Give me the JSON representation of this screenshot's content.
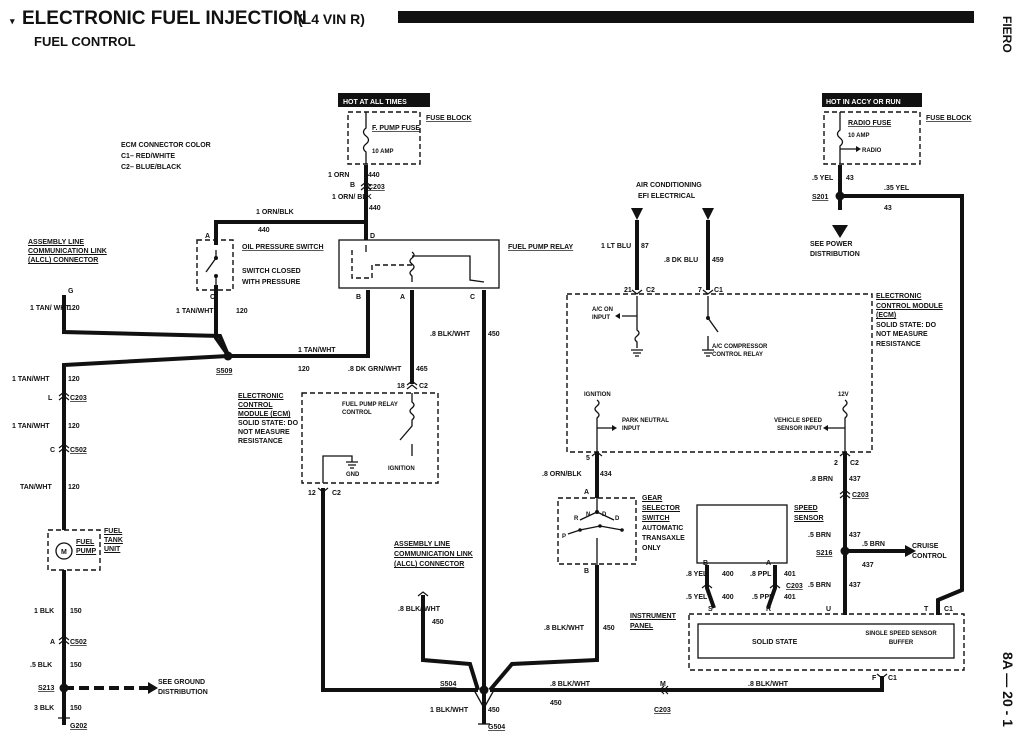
{
  "header": {
    "title": "ELECTRONIC FUEL INJECTION",
    "subtitle": "(L4 VIN R)",
    "section": "FUEL CONTROL",
    "side_label": "FIERO",
    "page_number": "8A — 20 - 1"
  },
  "notes": {
    "ecm_color_title": "ECM CONNECTOR COLOR",
    "ecm_c1": "C1– RED/WHITE",
    "ecm_c2": "C2– BLUE/BLACK"
  },
  "boxes": {
    "hot_all_times": "HOT AT ALL TIMES",
    "hot_accy_run": "HOT IN ACCY OR RUN",
    "fuse_block": "FUSE BLOCK",
    "fuse_block_2": "FUSE BLOCK",
    "f_pump_fuse": "F. PUMP FUSE",
    "f_pump_amp": "10 AMP",
    "radio_fuse": "RADIO FUSE",
    "radio_amp": "10 AMP",
    "radio": "RADIO",
    "fuel_pump_relay": "FUEL PUMP RELAY",
    "oil_pressure_switch": "OIL PRESSURE SWITCH",
    "oil_pressure_desc_1": "SWITCH CLOSED",
    "oil_pressure_desc_2": "WITH PRESSURE",
    "alcl_connector_left": "ASSEMBLY LINE COMMUNICATION LINK (ALCL) CONNECTOR",
    "alcl_connector_mid": "ASSEMBLY LINE COMMUNICATION LINK (ALCL) CONNECTOR",
    "ecm_left_title": "ELECTRONIC CONTROL MODULE (ECM)",
    "ecm_left_desc": "SOLID STATE: DO NOT MEASURE RESISTANCE",
    "fuel_pump_relay_control": "FUEL PUMP RELAY CONTROL",
    "gnd": "GND",
    "ignition": "IGNITION",
    "ecm_right_title": "ELECTRONIC CONTROL MODULE (ECM)",
    "ecm_right_desc": "SOLID STATE: DO NOT MEASURE RESISTANCE",
    "ac_on_input": "A/C ON INPUT",
    "ac_compressor_relay": "A/C COMPRESSOR CONTROL RELAY",
    "ignition_right": "IGNITION",
    "park_neutral_input": "PARK NEUTRAL INPUT",
    "vehicle_speed_input": "VEHICLE SPEED SENSOR INPUT",
    "v12": "12V",
    "air_conditioning": "AIR CONDITIONING",
    "efi_electrical": "EFI ELECTRICAL",
    "gear_selector": "GEAR SELECTOR SWITCH",
    "gear_selector_desc": "AUTOMATIC TRANSAXLE ONLY",
    "speed_sensor": "SPEED SENSOR",
    "instrument_panel": "INSTRUMENT PANEL",
    "solid_state": "SOLID STATE",
    "single_speed_buffer": "SINGLE SPEED SENSOR BUFFER",
    "fuel_tank_unit": "FUEL TANK UNIT",
    "fuel_pump_motor": "FUEL PUMP",
    "see_power": "SEE POWER DISTRIBUTION",
    "see_ground": "SEE GROUND DISTRIBUTION",
    "cruise_control": "CRUISE CONTROL"
  },
  "wire_labels": {
    "w_1orn": "1 ORN",
    "w_440a": "440",
    "w_1ornblk": "1 ORN/ BLK",
    "w_440b": "440",
    "w_1ornblk_top": "1 ORN/BLK",
    "w_440c": "440",
    "w_1tanwht_a": "1 TAN/ WHT",
    "w_120a": "120",
    "w_1tanwht_b": "1 TAN/WHT",
    "w_120b": "120",
    "w_1tanwht_c": "1 TAN/WHT",
    "w_120c": "120",
    "w_1tanwht_d": "1 TAN/WHT",
    "w_120d": "120",
    "w_1tanwht_e": "1 TAN/WHT",
    "w_120e": "120",
    "w_tanwht": "TAN/WHT",
    "w_120f": "120",
    "w_8blkwht_a": ".8 BLK/WHT",
    "w_450a": "450",
    "w_8dkgrnwht": ".8 DK GRN/WHT",
    "w_465": "465",
    "w_1ltblu": "1 LT BLU",
    "w_87": "87",
    "w_8dkblu": ".8 DK BLU",
    "w_459": "459",
    "w_5yel": ".5 YEL",
    "w_43a": "43",
    "w_35yel": ".35 YEL",
    "w_43b": "43",
    "w_8ornblk": ".8 ORN/BLK",
    "w_434": "434",
    "w_8brn": ".8 BRN",
    "w_437a": "437",
    "w_5brn_a": ".5 BRN",
    "w_437b": "437",
    "w_5brn_b": ".5 BRN",
    "w_437c": "437",
    "w_5brn_c": ".5 BRN",
    "w_437d": "437",
    "w_8yel": ".8 YEL",
    "w_400a": "400",
    "w_8ppl": ".8 PPL",
    "w_401a": "401",
    "w_5yel_b": ".5 YEL",
    "w_400b": "400",
    "w_5ppl": ".5 PPL",
    "w_401b": "401",
    "w_8blkwht_b": ".8 BLK/ WHT",
    "w_450b": "450",
    "w_8blkwht_c": ".8 BLK/WHT",
    "w_450c": "450",
    "w_8blkwht_d": ".8 BLK/WHT",
    "w_450d": "450",
    "w_8blkwht_e": ".8 BLK/WHT",
    "w_1blkwht": "1 BLK/WHT",
    "w_450e": "450",
    "w_1blk": "1 BLK",
    "w_150a": "150",
    "w_5blk": ".5 BLK",
    "w_150b": "150",
    "w_3blk": "3 BLK",
    "w_150c": "150"
  },
  "connectors": {
    "c203_a": "C203",
    "c203_b": "C203",
    "c203_c": "C203",
    "c203_d": "C203",
    "c203_e": "C203",
    "c502_a": "C502",
    "c502_b": "C502",
    "s509": "S509",
    "s201": "S201",
    "s216": "S216",
    "s213": "S213",
    "s504": "S504",
    "g202": "G202",
    "g504": "G504",
    "c1_a": "C1",
    "c1_b": "C1",
    "c1_c": "C1",
    "c2_a": "C2",
    "c2_b": "C2",
    "c2_c": "C2",
    "c2_d": "C2"
  },
  "pins": {
    "p_b1": "B",
    "p_d": "D",
    "p_a1": "A",
    "p_c1": "C",
    "p_b2": "B",
    "p_a2": "A",
    "p_c2": "C",
    "p_g": "G",
    "p_l": "L",
    "p_c3": "C",
    "p_a3": "A",
    "p_18": "18",
    "p_12": "12",
    "p_21": "21",
    "p_7": "7",
    "p_5": "5",
    "p_2": "2",
    "p_a4": "A",
    "p_b3": "B",
    "p_b4": "B",
    "p_a5": "A",
    "p_s": "S",
    "p_r": "R",
    "p_u": "U",
    "p_t": "T",
    "p_f": "F",
    "p_m": "M",
    "p_n": "N"
  }
}
